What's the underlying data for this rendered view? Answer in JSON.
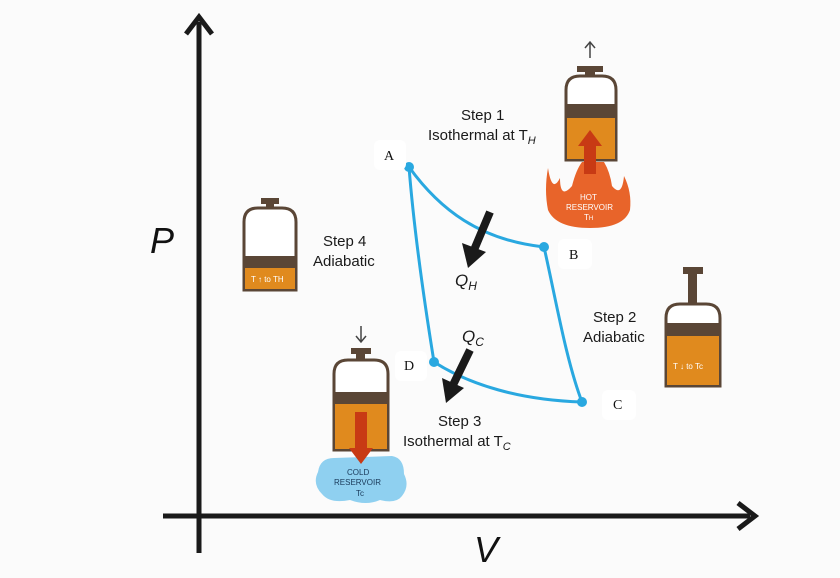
{
  "axes": {
    "y_label": "P",
    "x_label": "V"
  },
  "points": {
    "a": "A",
    "b": "B",
    "c": "C",
    "d": "D"
  },
  "heat": {
    "qh_main": "Q",
    "qh_sub": "H",
    "qc_main": "Q",
    "qc_sub": "C"
  },
  "steps": {
    "step1": {
      "title": "Step 1",
      "desc": "Isothermal at T",
      "sub": "H"
    },
    "step2": {
      "title": "Step 2",
      "desc": "Adiabatic"
    },
    "step3": {
      "title": "Step 3",
      "desc": "Isothermal at T",
      "sub": "C"
    },
    "step4": {
      "title": "Step 4",
      "desc": "Adiabatic"
    }
  },
  "reservoirs": {
    "hot": {
      "line1": "HOT",
      "line2": "RESERVOIR",
      "line3": "T",
      "sub": "H"
    },
    "cold": {
      "line1": "COLD",
      "line2": "RESERVOIR",
      "line3": "Tc"
    }
  },
  "pistons": {
    "step4_label": "T ↑ to TH",
    "step2_label": "T ↓ to Tc"
  },
  "colors": {
    "cycle": "#29a8e0",
    "piston_body": "#5a4636",
    "fluid": "#e08a1e",
    "hot_flame": "#e8642a",
    "cold_water": "#8fd0f0",
    "arrow": "#1a1a1a"
  }
}
